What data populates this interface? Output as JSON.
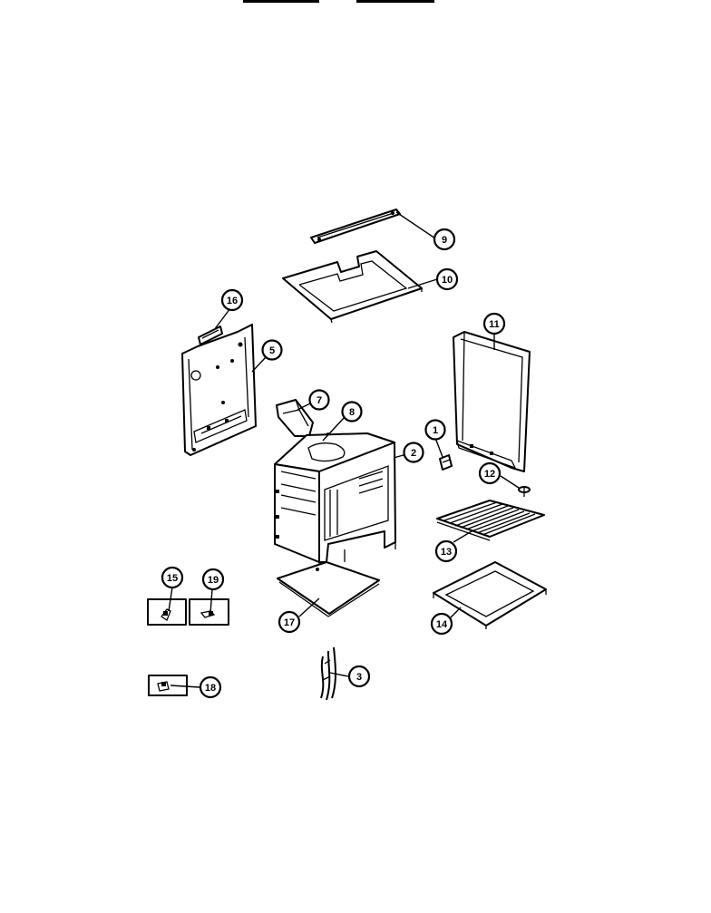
{
  "callouts": {
    "c1": "1",
    "c2": "2",
    "c3": "3",
    "c5": "5",
    "c7": "7",
    "c8": "8",
    "c9": "9",
    "c10": "10",
    "c11": "11",
    "c12": "12",
    "c13": "13",
    "c14": "14",
    "c15": "15",
    "c16": "16",
    "c17": "17",
    "c18": "18",
    "c19": "19"
  }
}
